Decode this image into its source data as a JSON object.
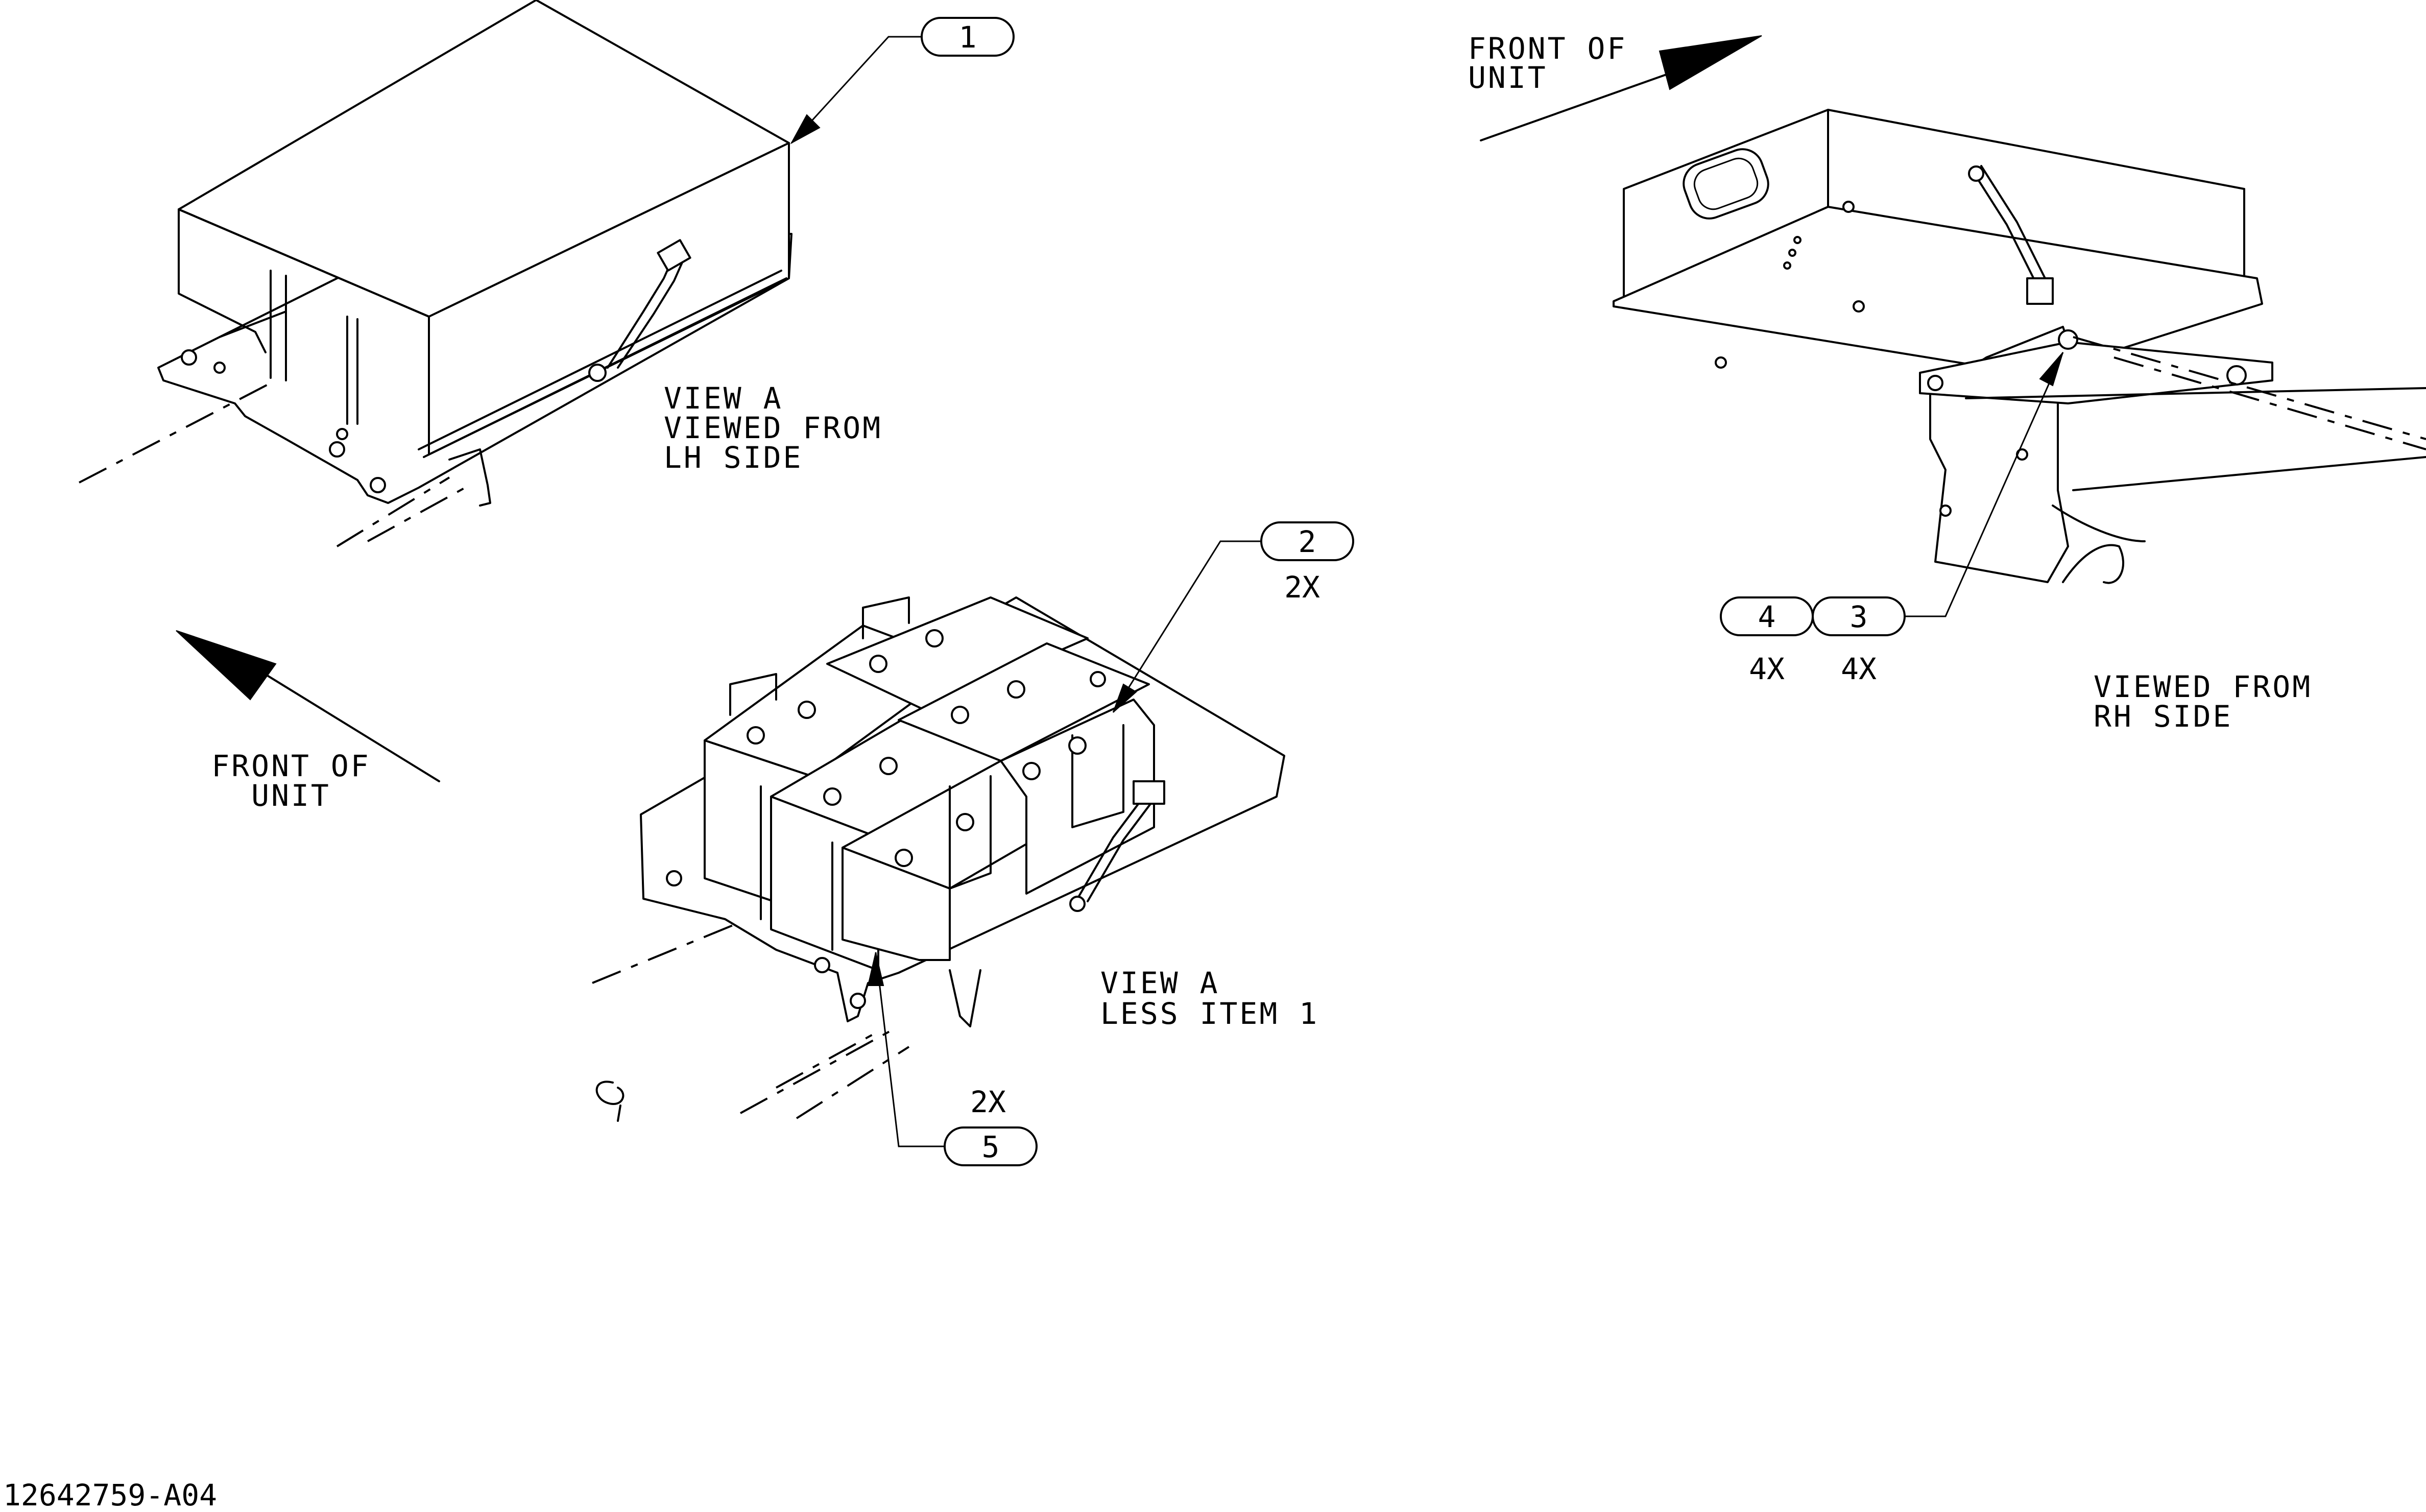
{
  "views": {
    "lh_side": {
      "line1": "VIEW A",
      "line2": "VIEWED FROM",
      "line3": "LH SIDE"
    },
    "less_item": {
      "line1": "VIEW A",
      "line2": "LESS ITEM 1"
    },
    "rh_side": {
      "line1": "VIEWED FROM",
      "line2": "RH SIDE"
    }
  },
  "front_labels": {
    "left": {
      "line1": "FRONT OF",
      "line2": "UNIT"
    },
    "right": {
      "line1": "FRONT OF",
      "line2": "UNIT"
    }
  },
  "callouts": [
    {
      "number": "1",
      "qty": ""
    },
    {
      "number": "2",
      "qty": "2X"
    },
    {
      "number": "3",
      "qty": "4X"
    },
    {
      "number": "4",
      "qty": "4X"
    },
    {
      "number": "5",
      "qty": "2X"
    }
  ],
  "drawing_number": "12642759-A04"
}
